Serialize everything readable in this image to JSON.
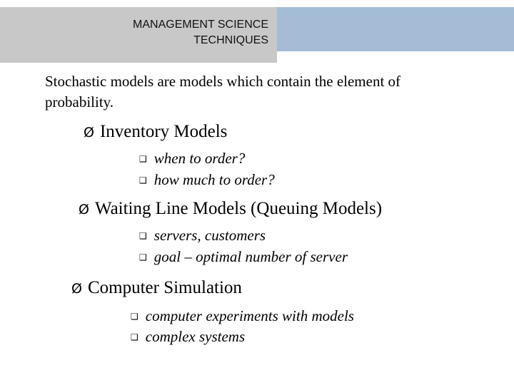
{
  "slide": {
    "title_line1": "MANAGEMENT SCIENCE",
    "title_line2": "TECHNIQUES",
    "intro": "Stochastic models are models which contain the element of probability.",
    "sections": [
      {
        "heading": "Inventory Models",
        "items": [
          "when to order?",
          "how much to order?"
        ]
      },
      {
        "heading": "Waiting Line Models (Queuing Models)",
        "items": [
          "servers, customers",
          "goal – optimal number of server"
        ]
      },
      {
        "heading": "Computer Simulation",
        "items": [
          "computer experiments with models",
          "complex systems"
        ]
      }
    ],
    "bullet_arrow_glyph": "Ø",
    "bullet_box_glyph": "❑"
  },
  "colors": {
    "title_gray": "#c8c8c8",
    "title_blue": "#a4bcd6"
  }
}
